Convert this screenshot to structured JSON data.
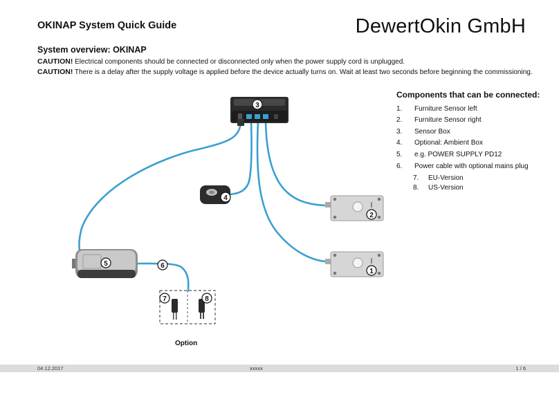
{
  "header": {
    "title": "OKINAP System Quick Guide",
    "company": "DewertOkin GmbH"
  },
  "overview": {
    "subtitle": "System overview: OKINAP",
    "caution1_label": "CAUTION!",
    "caution1_text": " Electrical components should be connected or disconnected only when the power supply cord is unplugged.",
    "caution2_label": "CAUTION!",
    "caution2_text": " There is a delay after the supply voltage is applied before the device actually turns on. Wait at least two seconds before beginning the commissioning."
  },
  "components": {
    "title": "Components that can be connected:",
    "items": [
      {
        "num": "1.",
        "label": "Furniture Sensor left"
      },
      {
        "num": "2.",
        "label": "Furniture Sensor right"
      },
      {
        "num": "3.",
        "label": "Sensor Box"
      },
      {
        "num": "4.",
        "label": "Optional:  Ambient Box"
      },
      {
        "num": "5.",
        "label": "e.g. POWER SUPPLY PD12"
      },
      {
        "num": "6.",
        "label": "Power cable with optional mains plug"
      }
    ],
    "sub_items": [
      {
        "num": "7.",
        "label": "EU-Version"
      },
      {
        "num": "8.",
        "label": "US-Version"
      }
    ]
  },
  "diagram": {
    "badges": [
      "1",
      "2",
      "3",
      "4",
      "5",
      "6",
      "7",
      "8"
    ],
    "option_label": "Option",
    "cable_color": "#3a9fd0"
  },
  "footer": {
    "date": "04.12.2017",
    "center": "xxxxx",
    "page": "1 / 6"
  }
}
